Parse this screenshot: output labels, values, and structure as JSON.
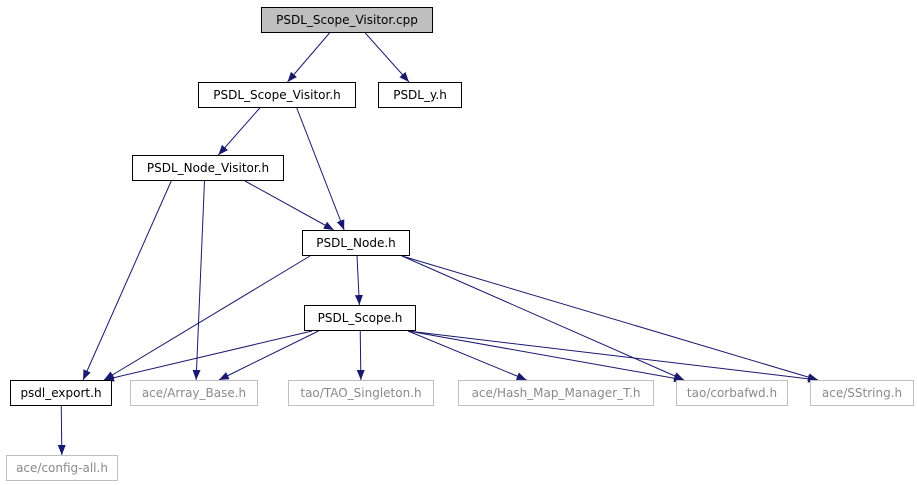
{
  "diagram": {
    "nodes": {
      "scope_visitor_cpp": "PSDL_Scope_Visitor.cpp",
      "scope_visitor_h": "PSDL_Scope_Visitor.h",
      "psdl_y_h": "PSDL_y.h",
      "node_visitor_h": "PSDL_Node_Visitor.h",
      "psdl_node_h": "PSDL_Node.h",
      "psdl_scope_h": "PSDL_Scope.h",
      "psdl_export_h": "psdl_export.h",
      "array_base_h": "ace/Array_Base.h",
      "tao_singleton_h": "tao/TAO_Singleton.h",
      "hash_map_manager_h": "ace/Hash_Map_Manager_T.h",
      "corbafwd_h": "tao/corbafwd.h",
      "sstring_h": "ace/SString.h",
      "config_all_h": "ace/config-all.h"
    },
    "edges": [
      [
        "scope_visitor_cpp",
        "scope_visitor_h"
      ],
      [
        "scope_visitor_cpp",
        "psdl_y_h"
      ],
      [
        "scope_visitor_h",
        "node_visitor_h"
      ],
      [
        "scope_visitor_h",
        "psdl_node_h"
      ],
      [
        "node_visitor_h",
        "psdl_node_h"
      ],
      [
        "node_visitor_h",
        "psdl_export_h"
      ],
      [
        "node_visitor_h",
        "array_base_h"
      ],
      [
        "psdl_node_h",
        "psdl_scope_h"
      ],
      [
        "psdl_node_h",
        "psdl_export_h"
      ],
      [
        "psdl_node_h",
        "corbafwd_h"
      ],
      [
        "psdl_node_h",
        "sstring_h"
      ],
      [
        "psdl_scope_h",
        "psdl_export_h"
      ],
      [
        "psdl_scope_h",
        "array_base_h"
      ],
      [
        "psdl_scope_h",
        "tao_singleton_h"
      ],
      [
        "psdl_scope_h",
        "hash_map_manager_h"
      ],
      [
        "psdl_scope_h",
        "corbafwd_h"
      ],
      [
        "psdl_scope_h",
        "sstring_h"
      ],
      [
        "psdl_export_h",
        "config_all_h"
      ]
    ],
    "colors": {
      "edge": "#191970",
      "root_fill": "#bfbfbf",
      "node_border": "#000000",
      "external_border": "#bfbfbf",
      "external_text": "#8a8a8a"
    }
  }
}
